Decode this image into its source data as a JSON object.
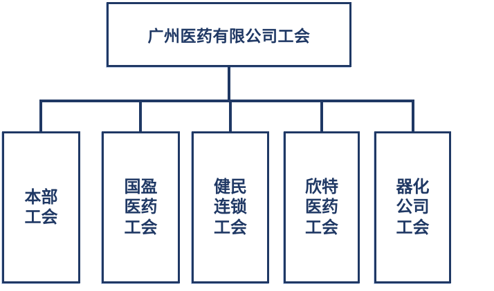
{
  "colors": {
    "accent": "#1f3864",
    "background": "#ffffff"
  },
  "org_chart": {
    "type": "organization-chart",
    "root": {
      "label": "广州医药有限公司工会"
    },
    "children": [
      {
        "label": "本部\n工会"
      },
      {
        "label": "国盈\n医药\n工会"
      },
      {
        "label": "健民\n连锁\n工会"
      },
      {
        "label": "欣特\n医药\n工会"
      },
      {
        "label": "器化\n公司\n工会"
      }
    ]
  }
}
